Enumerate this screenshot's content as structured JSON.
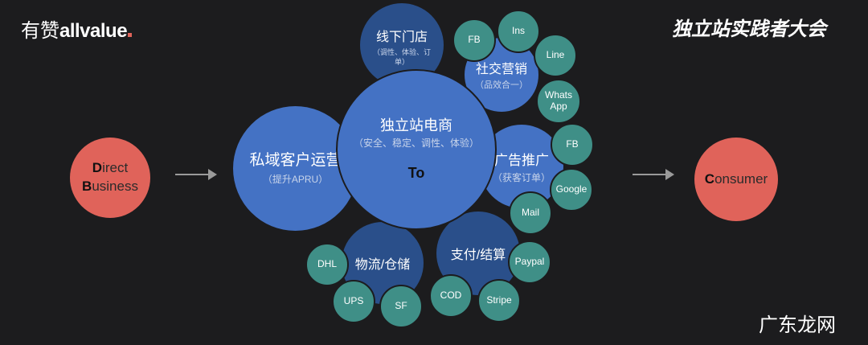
{
  "logo": {
    "text_cn": "有赞",
    "text_brand": "allvalue"
  },
  "headline": "独立站实践者大会",
  "watermark": "广东龙网",
  "source": {
    "first_letter_1": "D",
    "rest_1": "irect",
    "first_letter_2": "B",
    "rest_2": "usiness"
  },
  "target": {
    "first_letter": "C",
    "rest": "onsumer"
  },
  "center": {
    "title": "独立站电商",
    "subtitle": "（安全、稳定、调性、体验）",
    "to": "To"
  },
  "private_domain": {
    "title": "私域客户运营",
    "subtitle": "（提升APRU）"
  },
  "offline": {
    "title": "线下门店",
    "subtitle": "（调性、体验、订单）"
  },
  "social": {
    "title": "社交营销",
    "subtitle": "（品效合一）",
    "nodes": [
      "FB",
      "Ins",
      "Line",
      "Whats App"
    ]
  },
  "ads": {
    "title": "广告推广",
    "subtitle": "（获客订单）",
    "nodes": [
      "FB",
      "Google",
      "Mail"
    ]
  },
  "payment": {
    "title": "支付/结算",
    "nodes": [
      "Paypal",
      "COD",
      "Stripe"
    ]
  },
  "logistics": {
    "title": "物流/仓储",
    "nodes": [
      "DHL",
      "UPS",
      "SF"
    ]
  },
  "colors": {
    "background": "#1c1c1e",
    "primary_blue": "#4472c4",
    "navy": "#2a4f8a",
    "teal": "#3f8f87",
    "coral": "#e0635a"
  }
}
